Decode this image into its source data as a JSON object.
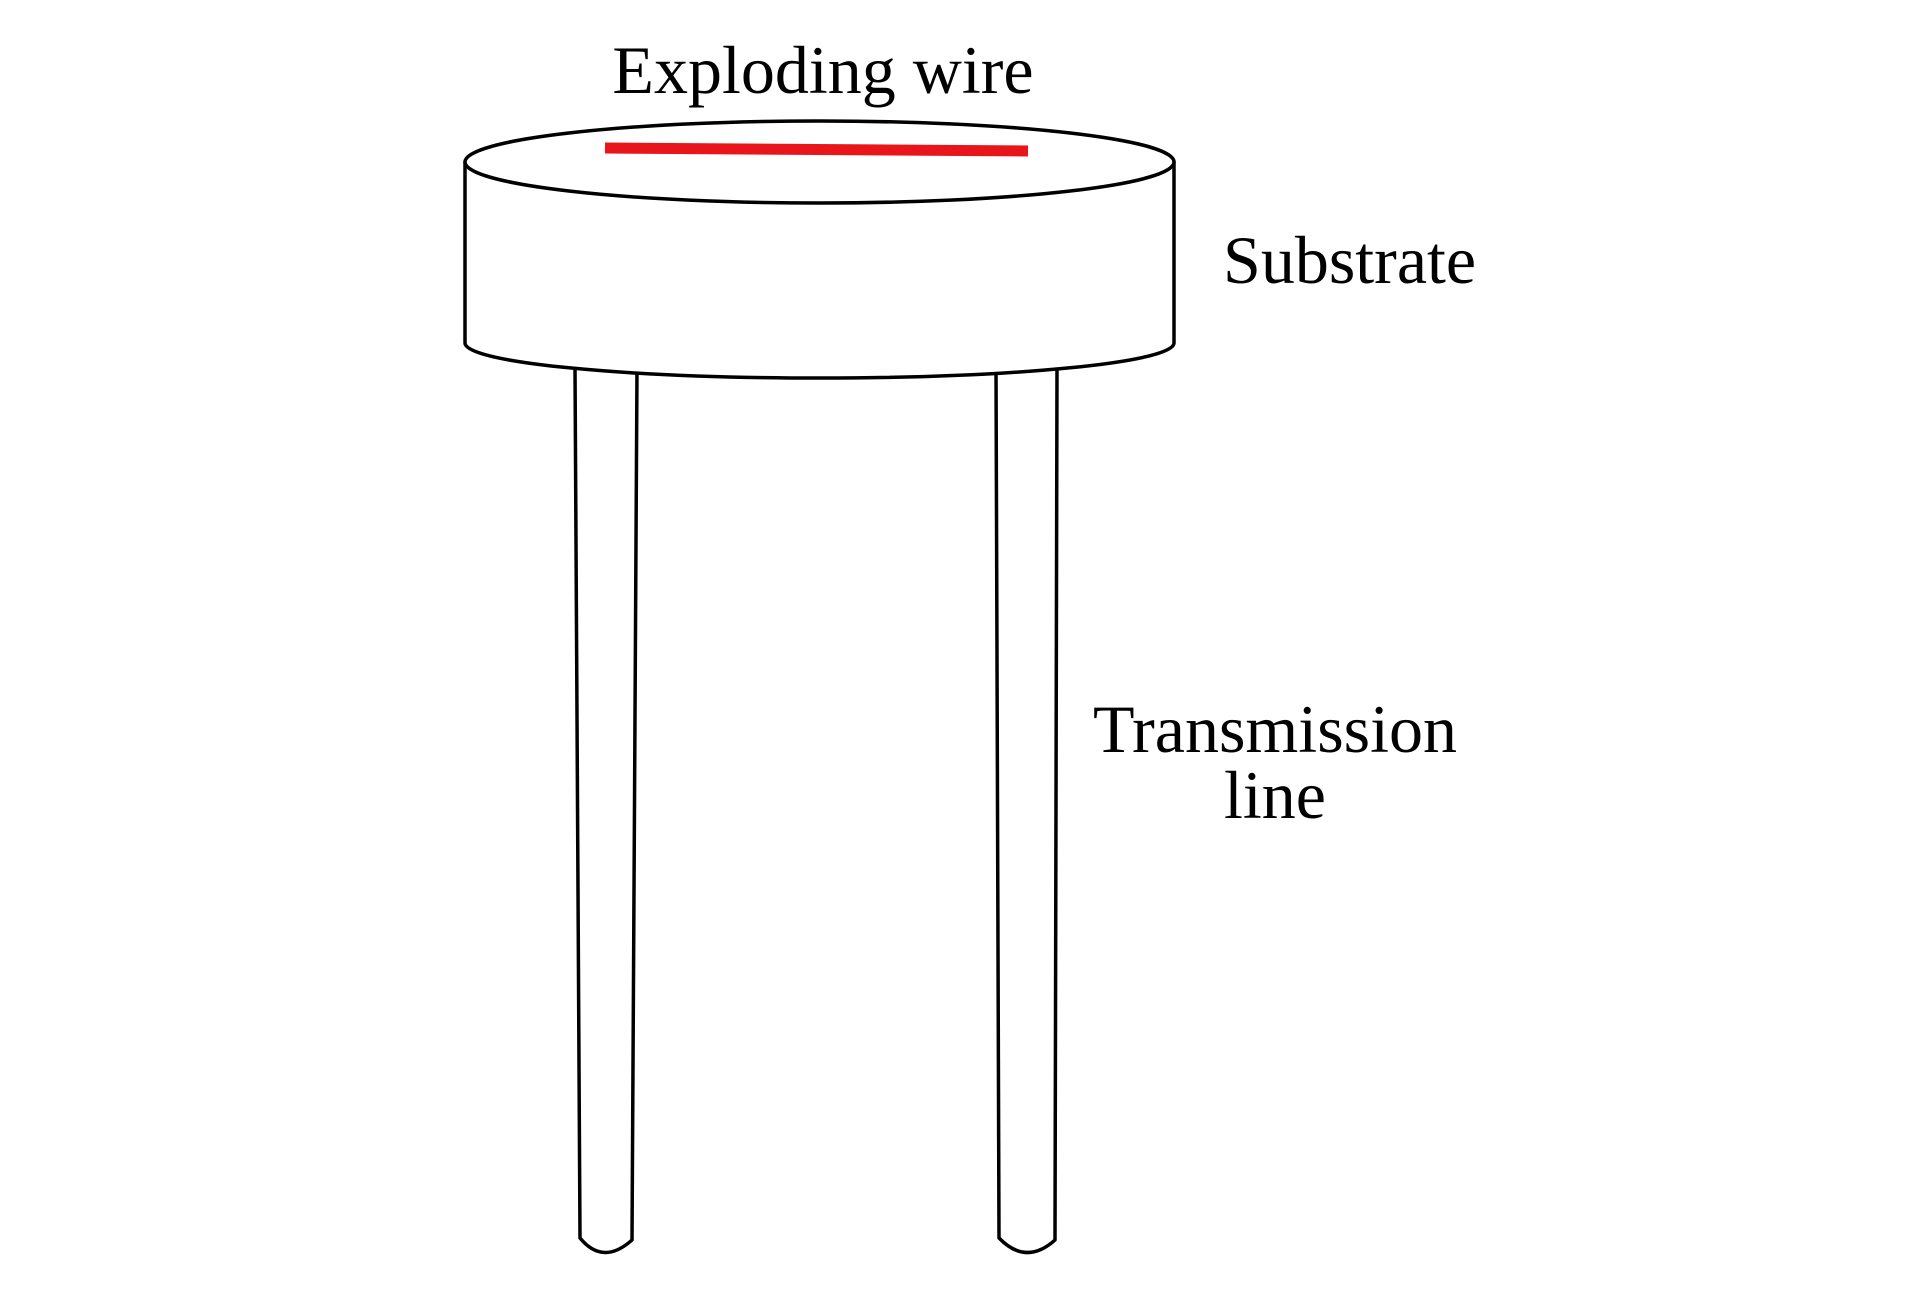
{
  "labels": {
    "exploding_wire": "Exploding wire",
    "substrate": "Substrate",
    "transmission_line_1": "Transmission",
    "transmission_line_2": "line"
  },
  "colors": {
    "wire": "#e8161b",
    "outline": "#000000",
    "background": "#ffffff"
  }
}
